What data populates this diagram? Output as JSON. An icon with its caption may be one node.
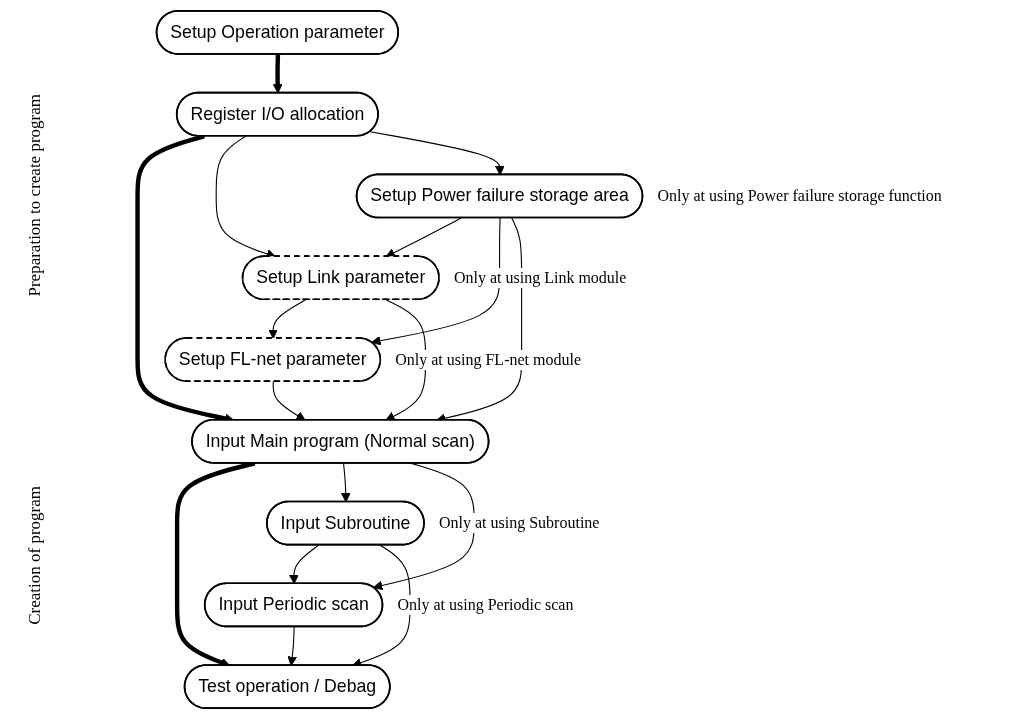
{
  "diagram": {
    "nodes": [
      {
        "text": [
          "Setup Operation parameter"
        ]
      },
      {
        "text": [
          "Register I/O allocation"
        ]
      },
      {
        "text": [
          "Setup Power failure storage area"
        ],
        "beside": [
          "Only at using Power failure storage function"
        ]
      },
      {
        "text": [
          "Setup Link parameter"
        ],
        "beside": [
          "Only at using Link module"
        ]
      },
      {
        "text": [
          "Setup FL-net parameter"
        ],
        "beside": [
          "Only at using FL-net module"
        ]
      },
      {
        "text": [
          "Input Main program (Normal scan)"
        ]
      },
      {
        "text": [
          "Input Subroutine"
        ],
        "beside": [
          "Only at using Subroutine"
        ]
      },
      {
        "text": [
          "Input Periodic scan"
        ],
        "beside": [
          "Only at using Periodic scan"
        ]
      },
      {
        "text": [
          "Test operation / Debag"
        ]
      }
    ],
    "edges": [
      {
        "from": 0,
        "to": 1,
        "arrow": "to",
        "style": "thick"
      },
      {
        "from": 1,
        "to": 5,
        "arrow": "to",
        "style": "thick"
      },
      {
        "from": 1,
        "to": 3,
        "arrow": "to"
      },
      {
        "from": 1,
        "to": 2,
        "arrow": "to"
      },
      {
        "from": 2,
        "to": 3,
        "arrow": "to"
      },
      {
        "from": 2,
        "to": 4,
        "arrow": "to"
      },
      {
        "from": 2,
        "to": 5,
        "arrow": "to"
      },
      {
        "from": 3,
        "to": 4,
        "arrow": "to"
      },
      {
        "from": 3,
        "to": 5,
        "arrow": "to"
      },
      {
        "from": 4,
        "to": 5,
        "arrow": "to"
      },
      {
        "from": 5,
        "to": 8,
        "arrow": "to",
        "style": "thick"
      },
      {
        "from": 5,
        "to": 6,
        "arrow": "to"
      },
      {
        "from": 5,
        "to": 7,
        "arrow": "to"
      },
      {
        "from": 6,
        "to": 7,
        "arrow": "to"
      },
      {
        "from": 6,
        "to": 8,
        "arrow": "to"
      },
      {
        "from": 7,
        "to": 8,
        "arrow": "to"
      }
    ],
    "labels": [
      "Preparation to create program",
      "Creation of program"
    ]
  }
}
